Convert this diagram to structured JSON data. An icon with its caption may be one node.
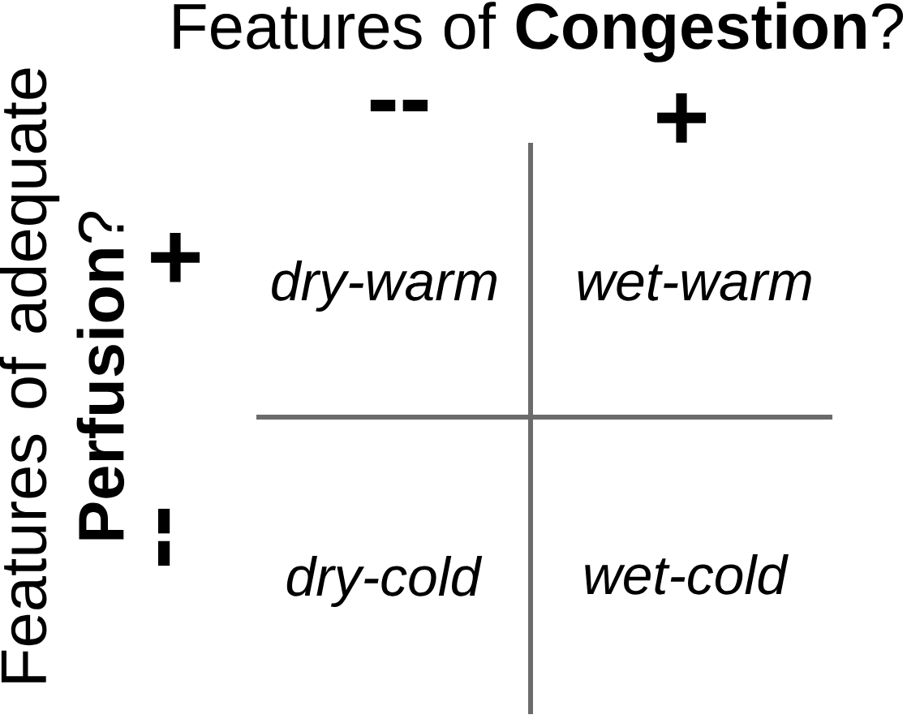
{
  "diagram": {
    "title": "Features of **Congestion**?",
    "labels": [
      "--",
      "+",
      "Features of adequate **Perfusion**?",
      "+",
      "dry-warm",
      "wet-warm",
      "--",
      "dry-cold",
      "wet-cold"
    ]
  }
}
